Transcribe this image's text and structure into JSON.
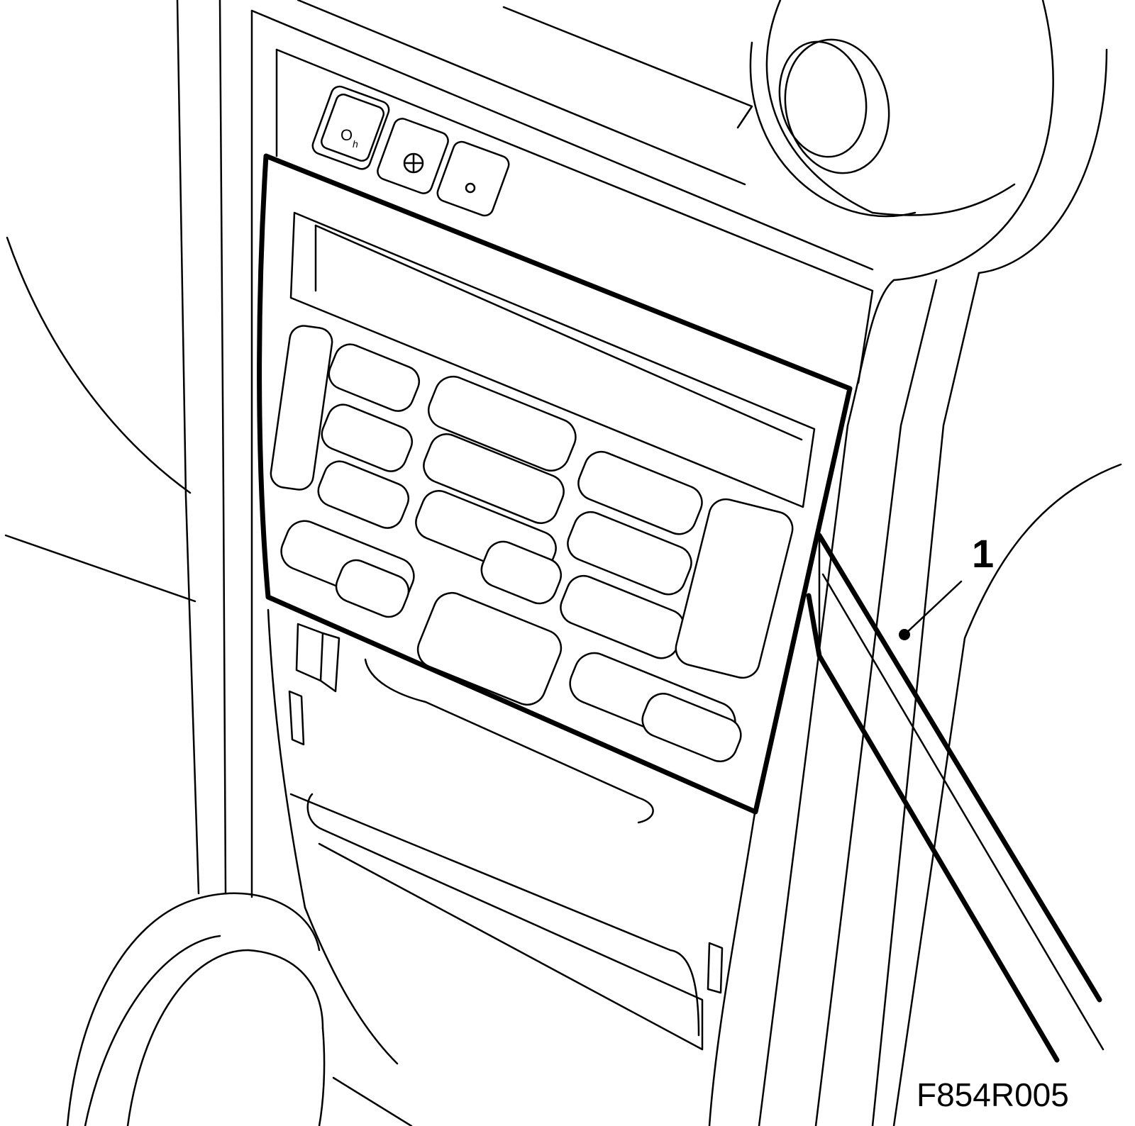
{
  "callouts": [
    {
      "number": "1",
      "target": "trim-tool"
    }
  ],
  "figure_id": "F854R005",
  "switch_symbols": [
    "O",
    "h"
  ]
}
